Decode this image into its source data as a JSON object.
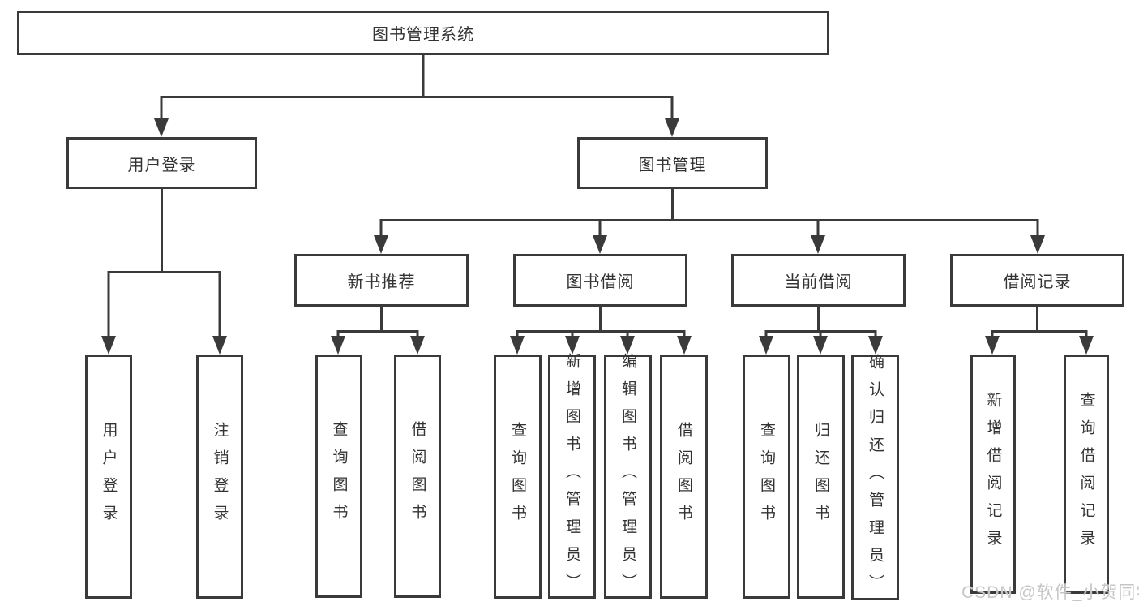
{
  "diagram": {
    "root": {
      "label": "图书管理系统"
    },
    "level2": [
      {
        "label": "用户登录"
      },
      {
        "label": "图书管理"
      }
    ],
    "level3": [
      {
        "label": "新书推荐"
      },
      {
        "label": "图书借阅"
      },
      {
        "label": "当前借阅"
      },
      {
        "label": "借阅记录"
      }
    ],
    "leaves": {
      "user_login": [
        "用户登录",
        "注销登录"
      ],
      "new_books": [
        "查询图书",
        "借阅图书"
      ],
      "book_borrow": [
        "查询图书",
        "新增图书（管理员）",
        "编辑图书（管理员）",
        "借阅图书"
      ],
      "current_borrow": [
        "查询图书",
        "归还图书",
        "确认归还（管理员）"
      ],
      "borrow_records": [
        "新增借阅记录",
        "查询借阅记录"
      ]
    }
  },
  "watermark": "CSDN @软件_小贺同学",
  "colors": {
    "line": "#3a3a3a",
    "text": "#333333",
    "background": "#ffffff",
    "watermark": "#c6c6c6"
  }
}
